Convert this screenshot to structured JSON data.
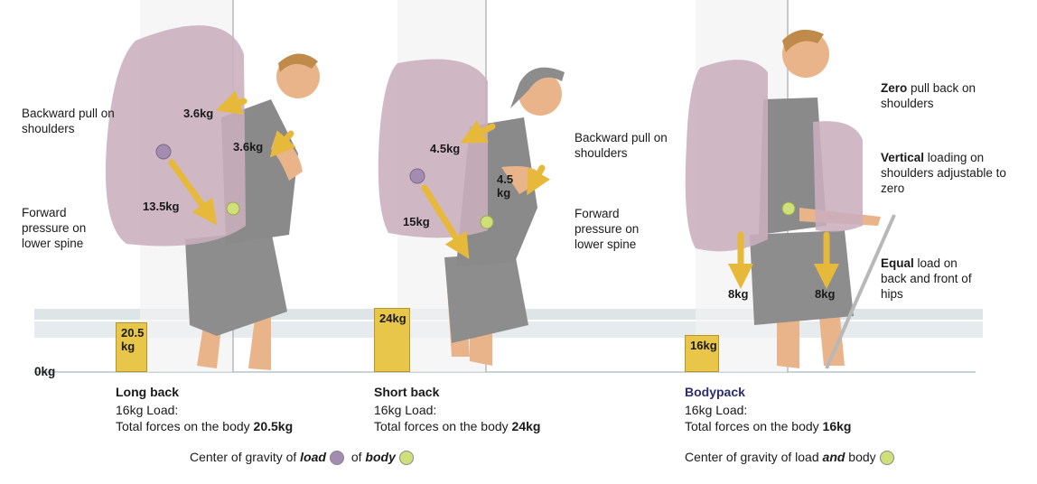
{
  "colors": {
    "arrow": "#e6b93a",
    "load_cog": "#a38cb0",
    "body_cog": "#cfe07a",
    "bar": "#e8c64a",
    "pack": "#c9aebd",
    "skin": "#e9b48a",
    "shorts": "#8d8d8d",
    "bodypack_title": "#2c2c6e"
  },
  "axis": {
    "zero_label": "0kg"
  },
  "panels": [
    {
      "title": "Long back",
      "load_line": "16kg Load:",
      "total_prefix": "Total forces on the body ",
      "total_value": "20.5kg",
      "bar_label": "20.5 kg",
      "bar_value": 20.5,
      "left_labels": [
        "Backward pull on shoulders",
        "Forward pressure on lower spine"
      ],
      "forces": [
        "3.6kg",
        "3.6kg",
        "13.5kg"
      ]
    },
    {
      "title": "Short back",
      "load_line": "16kg Load:",
      "total_prefix": "Total forces on the body ",
      "total_value": "24kg",
      "bar_label": "24kg",
      "bar_value": 24,
      "right_labels": [
        "Backward pull on shoulders",
        "Forward pressure on lower spine"
      ],
      "forces": [
        "4.5kg",
        "4.5 kg",
        "15kg"
      ]
    },
    {
      "title": "Bodypack",
      "load_line": "16kg Load:",
      "total_prefix": "Total forces on the body ",
      "total_value": "16kg",
      "bar_label": "16kg",
      "bar_value": 16,
      "right_labels": [
        {
          "bold": "Zero",
          "rest": " pull back on shoulders"
        },
        {
          "bold": "Vertical",
          "rest": " loading on shoulders adjustable to zero"
        },
        {
          "bold": "Equal",
          "rest": " load on back and front of hips"
        }
      ],
      "forces": [
        "8kg",
        "8kg"
      ]
    }
  ],
  "legend_left": {
    "prefix": "Center of gravity of ",
    "load_word": "load",
    "mid": " of ",
    "body_word": "body"
  },
  "legend_right": {
    "prefix": "Center of gravity of load ",
    "and_word": "and",
    "suffix": " body"
  }
}
